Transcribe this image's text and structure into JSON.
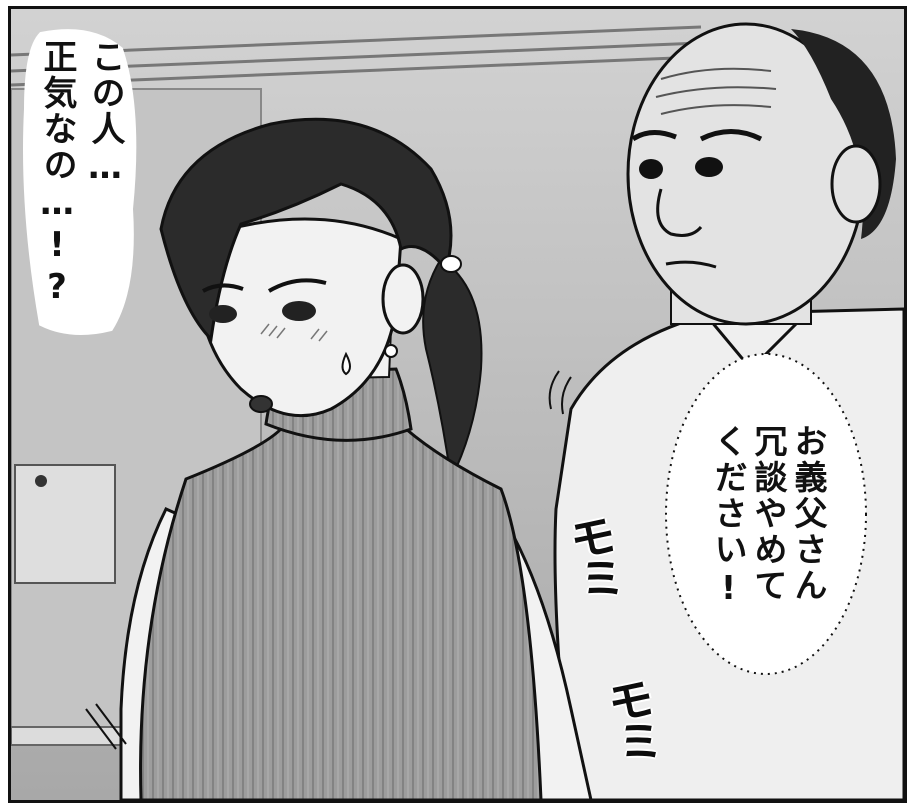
{
  "panel": {
    "thought_bubble": {
      "lines": [
        "この人…",
        "正気なの…!?"
      ]
    },
    "speech_bubble": {
      "lines": [
        "お義父さん",
        "冗談やめて",
        "ください!"
      ]
    },
    "sound_effects": [
      "モミ",
      "モミ"
    ]
  },
  "characters": {
    "woman": {
      "hair_color": "#2b2b2b",
      "sweater_color": "#9a9a9a",
      "skin_color": "#f2f2f2"
    },
    "man": {
      "shirt_color": "#efefef",
      "skin_color": "#e3e3e3"
    }
  },
  "colors": {
    "background": "#b9b9b9",
    "ink": "#111111",
    "bubble_fill": "#ffffff"
  }
}
